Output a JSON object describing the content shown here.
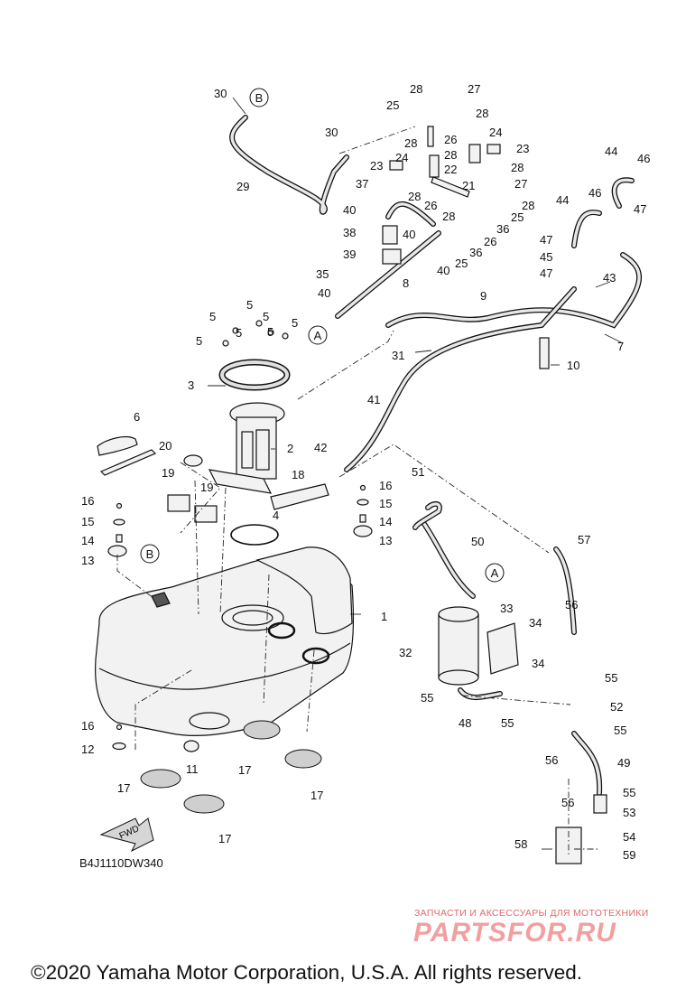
{
  "diagram_code": "B4J1110DW340",
  "fwd_label": "FWD",
  "watermark": {
    "tagline": "ЗАПЧАСТИ И АКСЕССУАРЫ ДЛЯ МОТОТЕХНИКИ",
    "brand": "PARTSFOR.RU"
  },
  "copyright": "©2020 Yamaha Motor Corporation, U.S.A. All rights reserved.",
  "ref_markers": [
    "A",
    "B"
  ],
  "callouts": [
    "1",
    "2",
    "3",
    "4",
    "5",
    "6",
    "7",
    "8",
    "9",
    "10",
    "11",
    "12",
    "13",
    "14",
    "15",
    "16",
    "17",
    "18",
    "19",
    "20",
    "21",
    "22",
    "23",
    "24",
    "25",
    "26",
    "27",
    "28",
    "29",
    "30",
    "31",
    "32",
    "33",
    "34",
    "35",
    "36",
    "37",
    "38",
    "39",
    "40",
    "41",
    "42",
    "43",
    "44",
    "45",
    "46",
    "47",
    "48",
    "49",
    "50",
    "51",
    "52",
    "53",
    "54",
    "55",
    "56",
    "57",
    "58",
    "59"
  ]
}
